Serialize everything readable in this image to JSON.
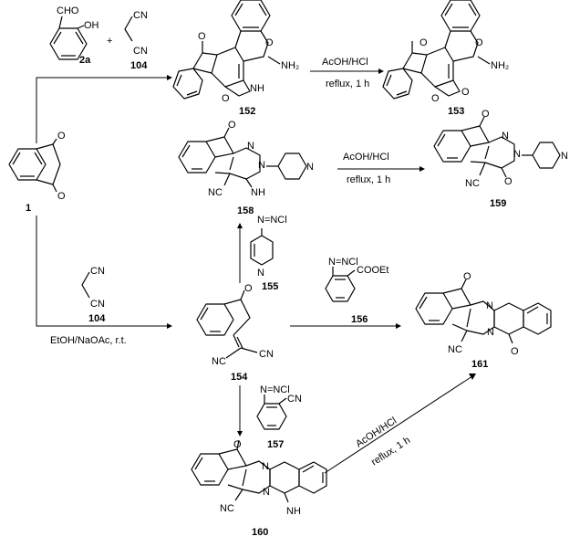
{
  "compounds": {
    "c1": "1",
    "c2a": "2a",
    "c104a": "104",
    "c104b": "104",
    "c152": "152",
    "c153": "153",
    "c154": "154",
    "c155": "155",
    "c156": "156",
    "c157": "157",
    "c158": "158",
    "c159": "159",
    "c160": "160",
    "c161": "161"
  },
  "atoms": {
    "cho": "CHO",
    "oh": "OH",
    "plus": "+",
    "cn": "CN",
    "o": "O",
    "n": "N",
    "nh2": "NH₂",
    "nh": "NH",
    "nc": "NC",
    "nncl": "N═NCl",
    "nncl_plain": "N=NCl",
    "cooet": "COOEt"
  },
  "conditions": {
    "acid": "AcOH/HCl",
    "reflux": "reflux, 1 h",
    "base": "EtOH/NaOAc, r.t."
  }
}
